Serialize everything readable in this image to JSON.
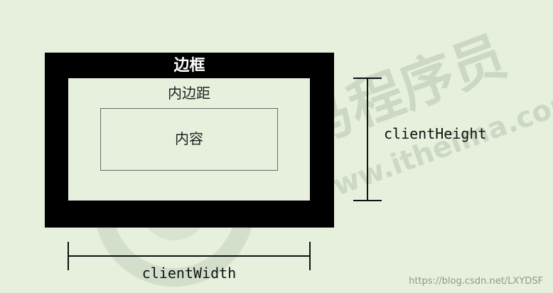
{
  "diagram": {
    "border_label": "边框",
    "padding_label": "内边距",
    "content_label": "内容",
    "height_label": "clientHeight",
    "width_label": "clientWidth"
  },
  "watermark": {
    "brand_text": "黑马程序员",
    "site_text": "www.itheima.com",
    "source_url": "https://blog.csdn.net/LXYDSF"
  },
  "colors": {
    "background": "#e6f0dd",
    "border_fill": "#000000",
    "line": "#111111",
    "watermark": "#ccd8c4"
  }
}
